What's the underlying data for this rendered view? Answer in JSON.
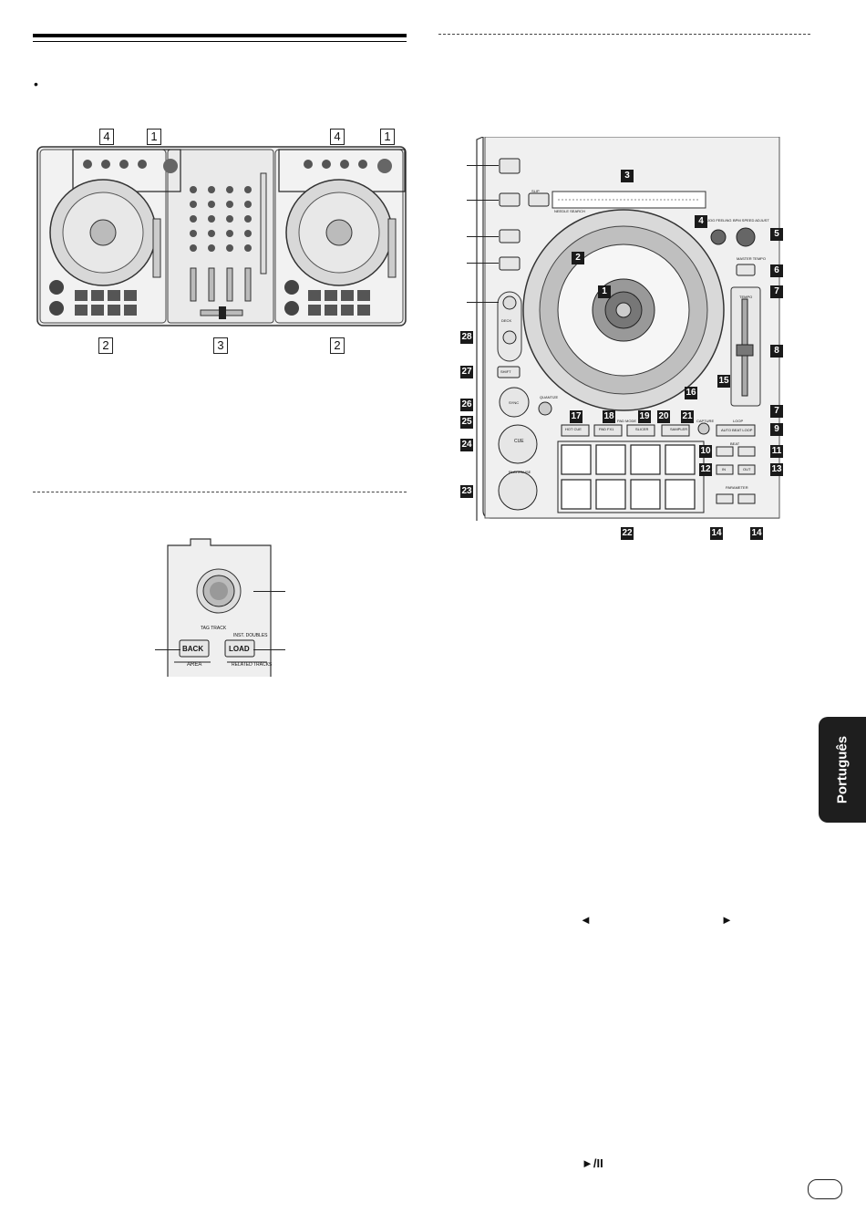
{
  "bullet": "•",
  "overview_labels": {
    "top_left_4": "4",
    "top_left_1": "1",
    "top_right_4": "4",
    "top_right_1": "1",
    "bottom_left_2": "2",
    "bottom_mid_3": "3",
    "bottom_right_2": "2"
  },
  "browser_panel": {
    "back_label": "BACK",
    "load_label": "LOAD",
    "area_label": "AREA",
    "related_label": "RELATED TRACKS",
    "inst_doubles": "INST. DOUBLES",
    "tag_track": "TAG TRACK"
  },
  "deck_panel": {
    "needle_search": "NEEDLE SEARCH",
    "jog_feeling": "JOG FEELING",
    "bpm_speed_adjust": "BPM SPEED ADJUST",
    "master_tempo": "MASTER TEMPO",
    "tempo": "TEMPO",
    "pad_mode": "PAD MODE",
    "loop": "LOOP",
    "auto_beat_loop": "AUTO BEAT LOOP",
    "quantize": "QUANTIZE",
    "beat": "BEAT",
    "capture": "CAPTURE",
    "cue": "CUE",
    "play_pause": "PLAY/PAUSE",
    "parameter": "PARAMETER",
    "deck": "DECK",
    "shift": "SHIFT",
    "sync": "SYNC",
    "slip": "SLIP",
    "in": "IN",
    "out": "OUT",
    "hot_cue": "HOT CUE",
    "pad_fx1": "PAD FX1",
    "slicer": "SLICER",
    "sampler": "SAMPLER",
    "callouts": [
      "1",
      "2",
      "3",
      "4",
      "5",
      "6",
      "7",
      "8",
      "7",
      "9",
      "10",
      "11",
      "12",
      "13",
      "14",
      "14",
      "15",
      "16",
      "17",
      "18",
      "19",
      "20",
      "21",
      "22",
      "23",
      "24",
      "25",
      "26",
      "27",
      "28"
    ]
  },
  "symbols": {
    "left_arrow": "◄",
    "right_arrow": "►",
    "play_pause": "►/II"
  },
  "side_tab": "Português"
}
